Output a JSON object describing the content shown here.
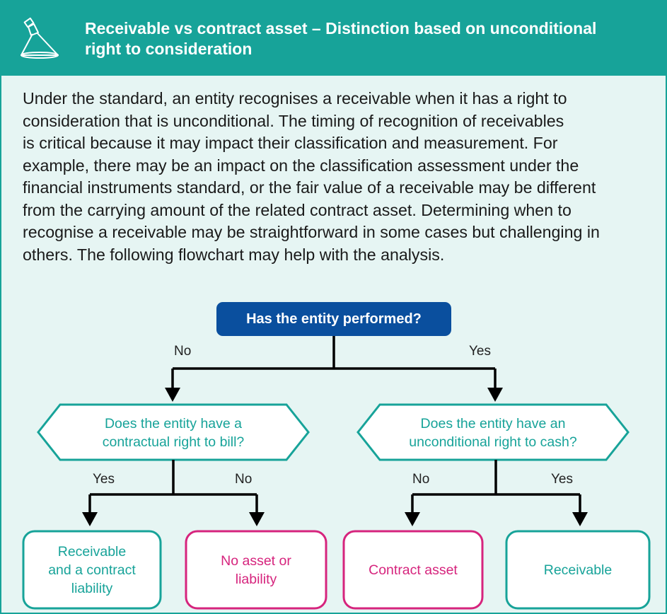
{
  "header": {
    "title_line1": "Receivable vs contract asset – Distinction based on unconditional",
    "title_line2": "right to consideration",
    "icon": "spotlight-icon",
    "color": "#17a399"
  },
  "intro": {
    "lines": [
      "Under the standard, an entity recognises a receivable when it has a right to",
      "consideration that is unconditional. The timing of recognition of receivables",
      "is critical because it may impact their classification and measurement. For",
      "example, there may be an impact on the classification assessment under the",
      "financial instruments standard, or the fair value of a receivable may be different",
      "from the carrying amount of the related contract asset. Determining when to",
      "recognise a receivable may be straightforward in some cases but challenging in",
      "others. The following flowchart may help with the analysis."
    ]
  },
  "flowchart": {
    "root": {
      "label": "Has the entity performed?",
      "color": "#0a4f9e"
    },
    "branch_no": "No",
    "branch_yes": "Yes",
    "left_decision": {
      "line1": "Does the entity have a",
      "line2": "contractual right to bill?",
      "yes": "Yes",
      "no": "No"
    },
    "right_decision": {
      "line1": "Does the entity have an",
      "line2": "unconditional right to cash?",
      "no": "No",
      "yes": "Yes"
    },
    "outcomes": {
      "receivable_liability": {
        "line1": "Receivable",
        "line2": "and a contract",
        "line3": "liability"
      },
      "no_asset": {
        "line1": "No asset or",
        "line2": "liability"
      },
      "contract_asset": "Contract asset",
      "receivable": "Receivable"
    },
    "colors": {
      "teal": "#17a399",
      "magenta": "#d6247d",
      "navy": "#0a4f9e"
    }
  }
}
